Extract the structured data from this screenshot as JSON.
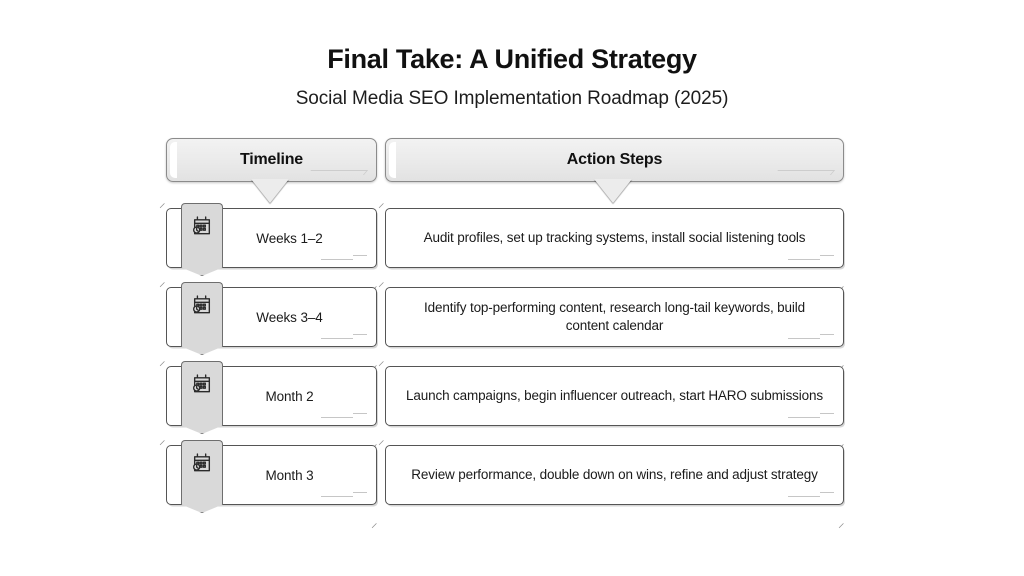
{
  "title": {
    "main": "Final Take: A Unified Strategy",
    "sub": "Social Media SEO Implementation Roadmap (2025)"
  },
  "table": {
    "headers": {
      "timeline": "Timeline",
      "actions": "Action Steps"
    },
    "row_icon": "calendar-clock-icon",
    "rows": [
      {
        "timeline": "Weeks 1–2",
        "action": "Audit profiles, set up tracking systems, install social listening tools"
      },
      {
        "timeline": "Weeks 3–4",
        "action": "Identify top-performing content, research long-tail keywords, build content calendar"
      },
      {
        "timeline": "Month 2",
        "action": "Launch campaigns, begin influencer outreach, start HARO submissions"
      },
      {
        "timeline": "Month 3",
        "action": "Review performance, double down on wins, refine and adjust strategy"
      }
    ]
  },
  "decor": {
    "tick_left": "⸝",
    "tick_right": "⟩"
  },
  "colors": {
    "background": "#ffffff",
    "text": "#1a1a1a",
    "header_fill": "#eaeaea",
    "header_border": "#8b8b8b",
    "card_border": "#555555",
    "badge_fill": "#d9d9d9",
    "badge_border": "#6e6e6e"
  }
}
